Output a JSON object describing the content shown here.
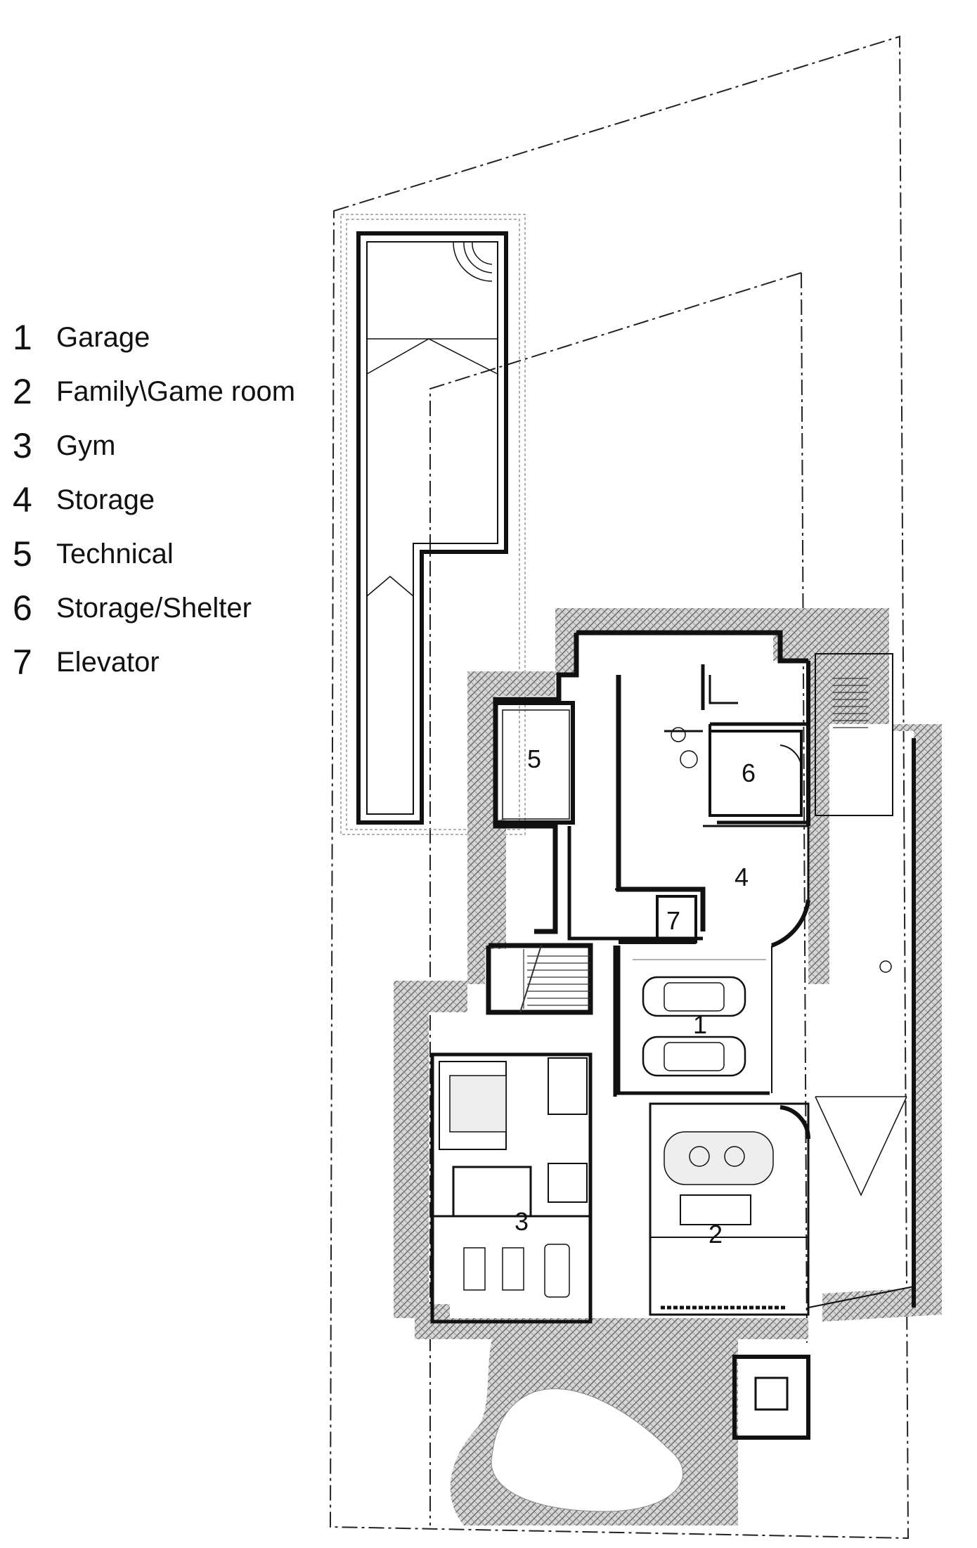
{
  "legend": [
    {
      "number": "1",
      "label": "Garage"
    },
    {
      "number": "2",
      "label": "Family\\Game room"
    },
    {
      "number": "3",
      "label": "Gym"
    },
    {
      "number": "4",
      "label": "Storage"
    },
    {
      "number": "5",
      "label": "Technical"
    },
    {
      "number": "6",
      "label": "Storage/Shelter"
    },
    {
      "number": "7",
      "label": "Elevator"
    }
  ],
  "room_labels": [
    "1",
    "2",
    "3",
    "4",
    "5",
    "6",
    "7"
  ],
  "colors": {
    "line": "#111111",
    "hatch": "#7a7a7a",
    "background": "#ffffff"
  }
}
